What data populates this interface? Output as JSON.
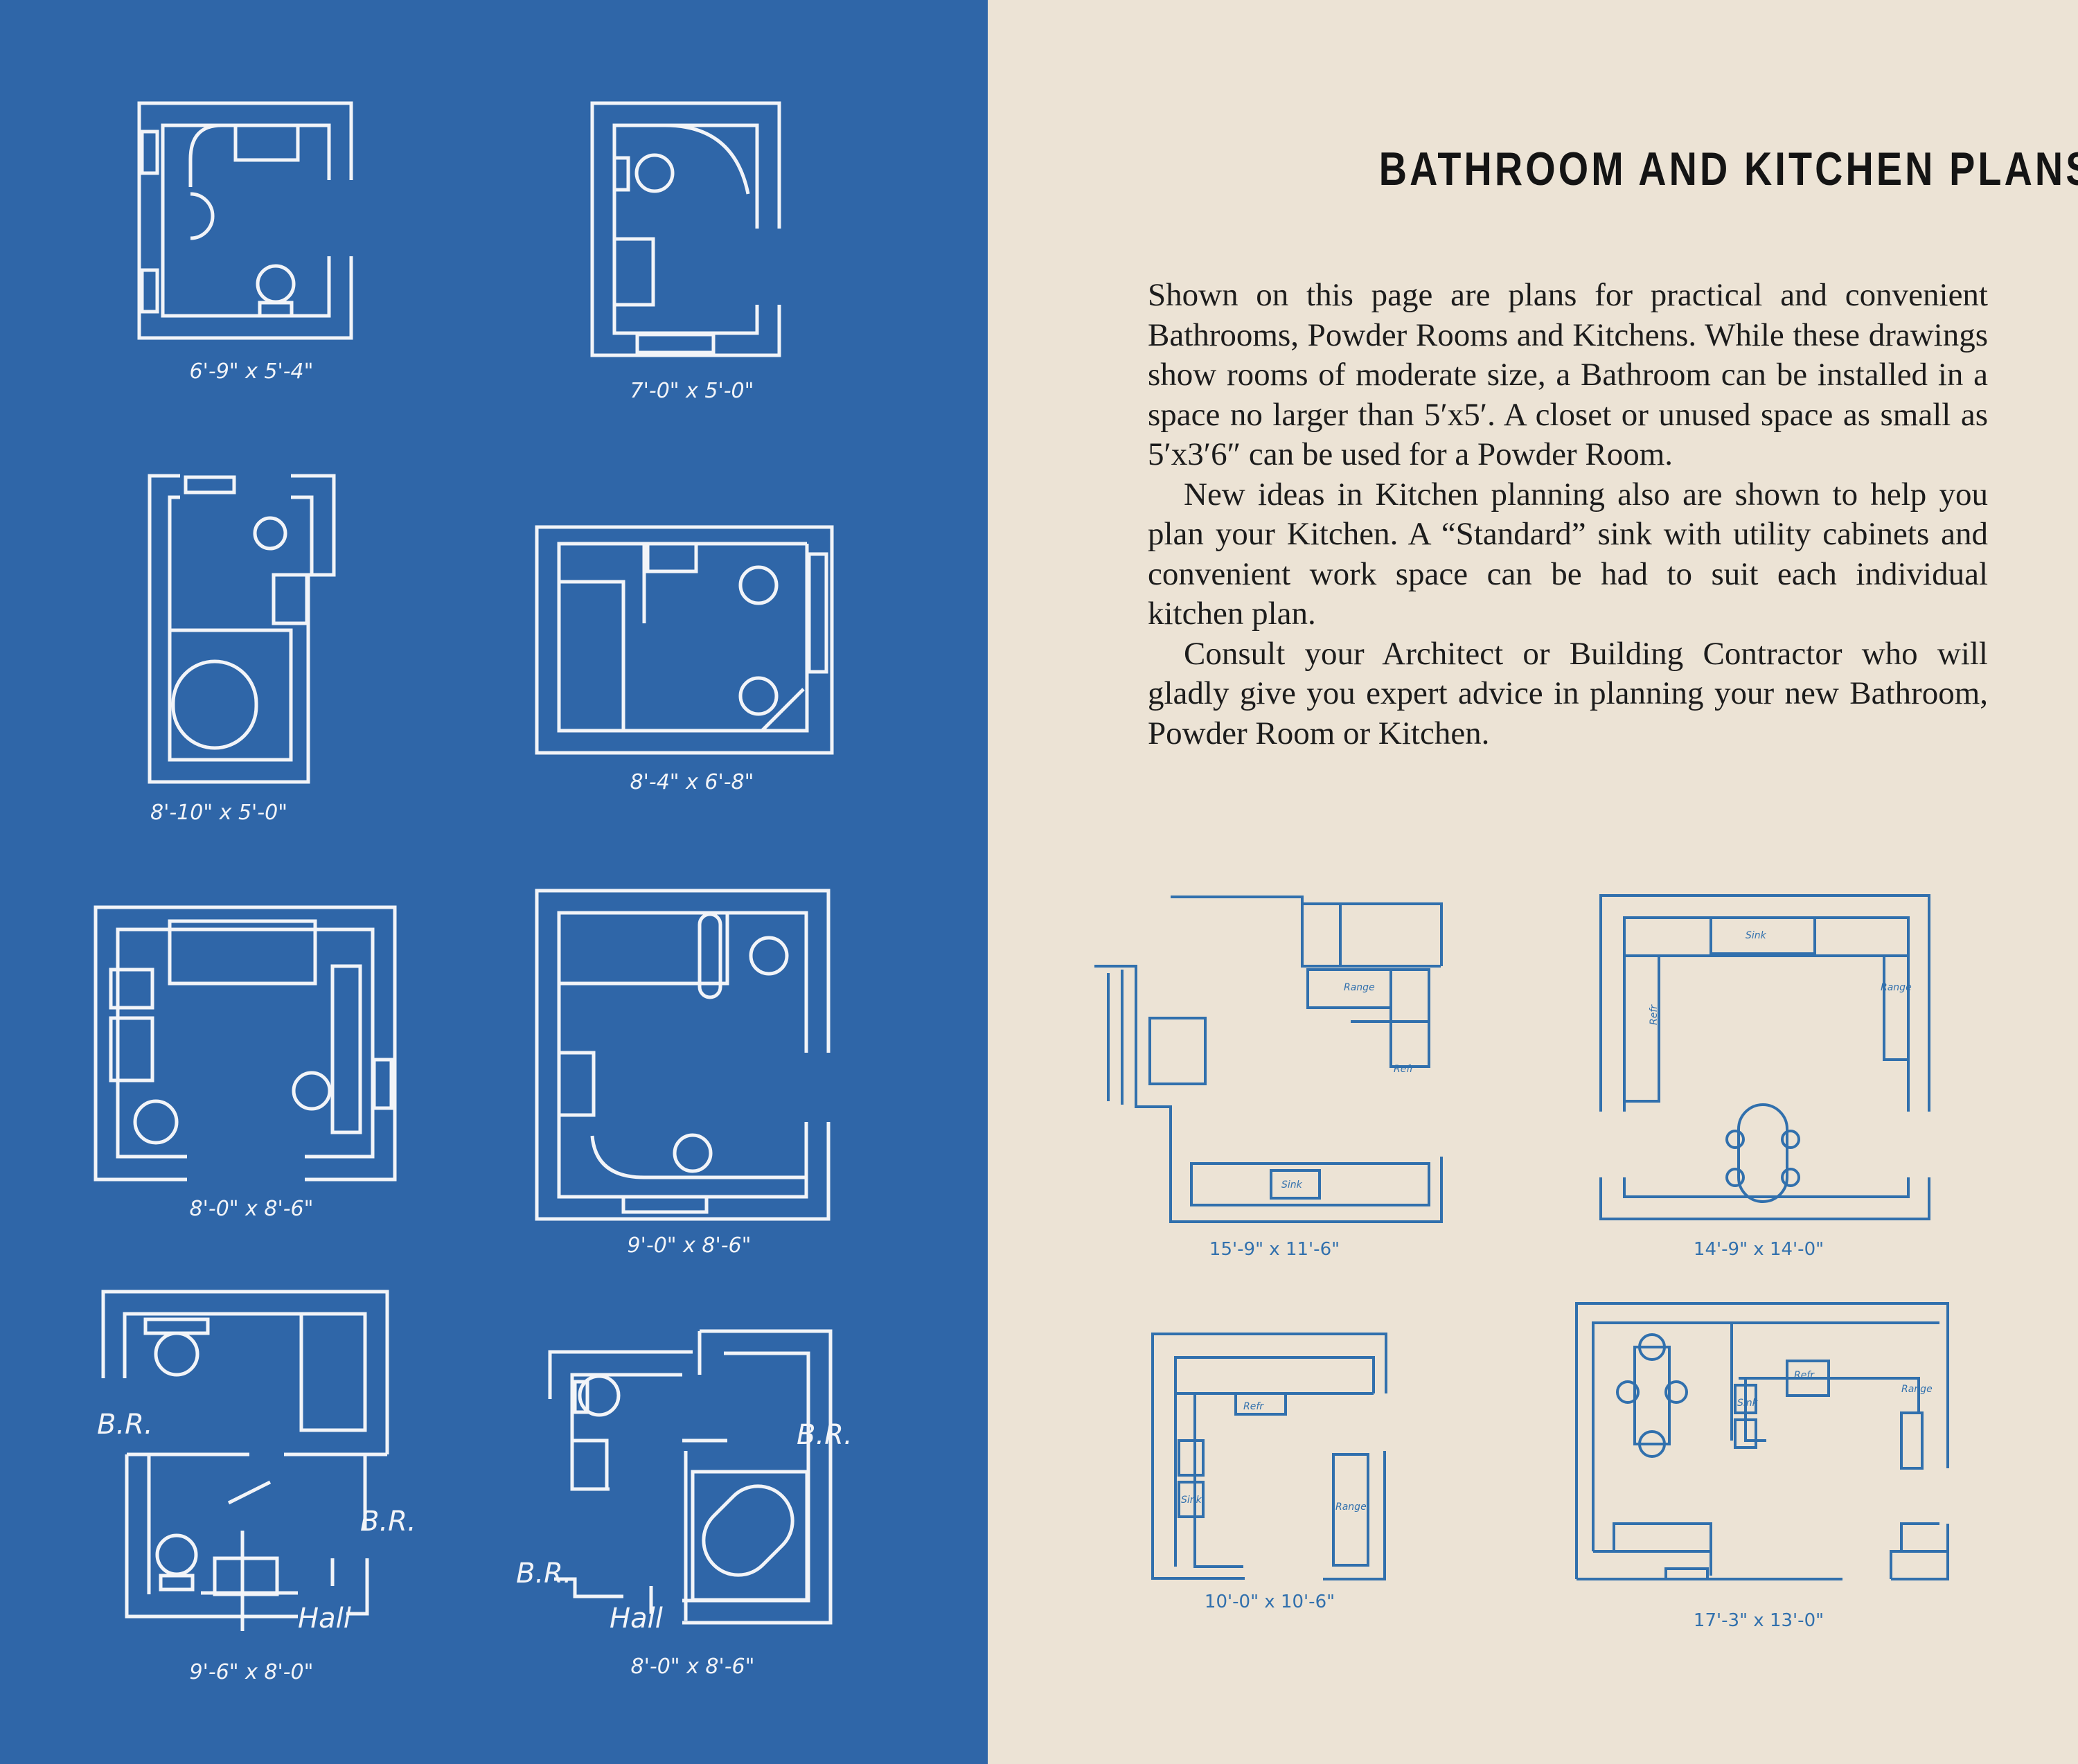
{
  "title": "BATHROOM AND KITCHEN PLANS",
  "paragraphs": [
    "Shown on this page are plans for practical and convenient Bathrooms, Powder Rooms and Kitchens. While these drawings show rooms of moderate size, a Bathroom can be installed in a space no larger than 5′x5′. A closet or unused space as small as 5′x3′6″ can be used for a Powder Room.",
    "New ideas in Kitchen planning also are shown to help you plan your Kitchen. A “Standard” sink with utility cabinets and convenient work space can be had to suit each individual kitchen plan.",
    "Consult your Architect or Building Contractor who will gladly give you expert advice in planning your new Bathroom, Powder Room or Kitchen."
  ],
  "bathroom_plans": [
    {
      "size": "6'-9\" x 5'-4\""
    },
    {
      "size": "7'-0\" x 5'-0\""
    },
    {
      "size": "8'-10\" x 5'-0\""
    },
    {
      "size": "8'-4\" x 6'-8\""
    },
    {
      "size": "8'-0\" x 8'-6\""
    },
    {
      "size": "9'-0\" x 8'-6\""
    },
    {
      "size": "9'-6\" x 8'-0\"",
      "labels": [
        "B.R.",
        "B.R.",
        "Hall"
      ]
    },
    {
      "size": "8'-0\" x 8'-6\"",
      "labels": [
        "B.R.",
        "B.R.",
        "Hall"
      ]
    }
  ],
  "kitchen_plans": [
    {
      "size": "15'-9\" x 11'-6\"",
      "labels": [
        "Range",
        "Refr",
        "Sink"
      ]
    },
    {
      "size": "14'-9\" x 14'-0\"",
      "labels": [
        "Sink",
        "Range",
        "Refr"
      ]
    },
    {
      "size": "10'-0\" x 10'-6\"",
      "labels": [
        "Refr",
        "Sink",
        "Range"
      ]
    },
    {
      "size": "17'-3\" x 13'-0\"",
      "labels": [
        "Refr",
        "Range",
        "Sink"
      ]
    }
  ],
  "colors": {
    "blueprint": "#2f66a8",
    "paper": "#ece3d5",
    "kitchen_ink": "#3170ad"
  }
}
